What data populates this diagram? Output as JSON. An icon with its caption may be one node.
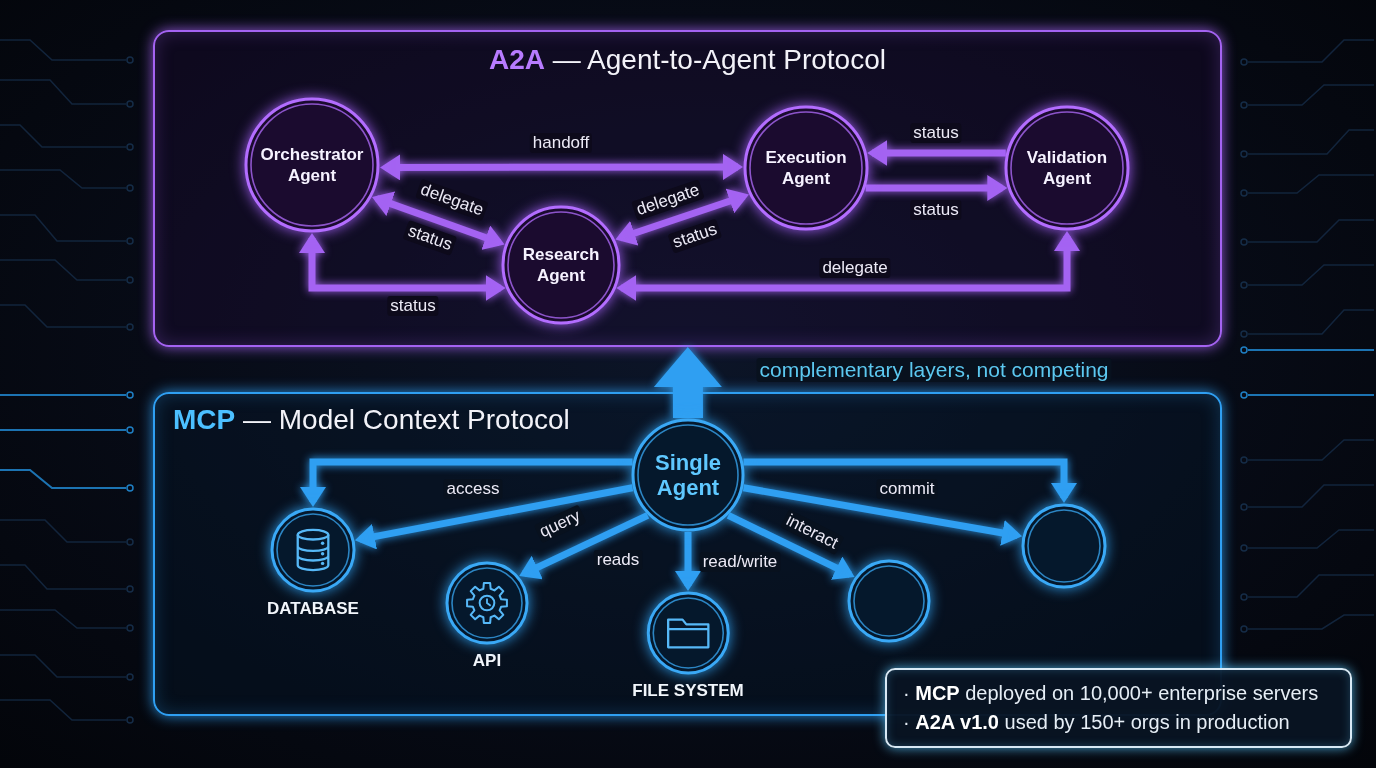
{
  "diagram": {
    "nodes": [
      {
        "text": [
          "**A2A** — Agent-to-Agent Protocol"
        ]
      },
      {
        "text": [
          "Orchestrator Agent"
        ],
        "in": 0
      },
      {
        "text": [
          "Execution Agent"
        ],
        "in": 0
      },
      {
        "text": [
          "Validation Agent"
        ],
        "in": 0
      },
      {
        "text": [
          "Research Agent"
        ],
        "in": 0
      },
      {
        "text": [
          "**MCP** — Model Context Protocol"
        ]
      },
      {
        "text": [
          "Single Agent"
        ],
        "in": 5
      },
      {
        "text": [
          "DATABASE"
        ],
        "in": 5
      },
      {
        "text": [
          "API"
        ],
        "in": 5
      },
      {
        "text": [
          "FILE SYSTEM"
        ],
        "in": 5
      },
      {
        "text": [],
        "shape": "circle",
        "in": 5
      },
      {
        "text": [],
        "shape": "circle",
        "in": 5
      },
      {
        "text": [
          "· **MCP** deployed on 10,000+ enterprise servers",
          "· **A2A v1.0** used by 150+ orgs in production"
        ]
      }
    ],
    "edges": [
      {
        "from": 1,
        "to": 2,
        "arrow": "both",
        "label": "handoff",
        "color": "#a463f2"
      },
      {
        "from": 1,
        "to": 4,
        "arrow": "both",
        "label": "delegate",
        "color": "#a463f2"
      },
      {
        "from": 1,
        "to": 4,
        "arrow": "both",
        "label": "status",
        "color": "#a463f2"
      },
      {
        "from": 4,
        "to": 2,
        "arrow": "both",
        "label": "delegate",
        "color": "#a463f2"
      },
      {
        "from": 3,
        "to": 2,
        "arrow": "to",
        "label": "status",
        "color": "#a463f2"
      },
      {
        "from": 2,
        "to": 3,
        "arrow": "to",
        "label": "status",
        "color": "#a463f2"
      },
      {
        "from": 4,
        "to": 3,
        "arrow": "both",
        "label": "delegate",
        "color": "#a463f2"
      },
      {
        "from": 6,
        "to": 7,
        "arrow": "to",
        "label": "access",
        "color": "#2f9ff2"
      },
      {
        "from": 6,
        "to": 7,
        "arrow": "to",
        "color": "#2f9ff2"
      },
      {
        "from": 6,
        "to": 8,
        "arrow": "to",
        "label": "query",
        "color": "#2f9ff2"
      },
      {
        "from": 6,
        "to": 9,
        "arrow": "to",
        "label": "read/write",
        "color": "#2f9ff2"
      },
      {
        "from": 6,
        "to": 10,
        "arrow": "to",
        "label": "interact",
        "color": "#2f9ff2"
      },
      {
        "from": 6,
        "to": 11,
        "arrow": "to",
        "label": "commit",
        "color": "#2f9ff2"
      },
      {
        "from": 6,
        "to": 11,
        "arrow": "to",
        "color": "#2f9ff2"
      },
      {
        "from": 6,
        "to": 0,
        "arrow": "to",
        "label": "complementary layers, not competing",
        "style": "thick",
        "color": "#2f9ff2"
      }
    ],
    "labels": [
      "status",
      "status",
      "reads"
    ]
  }
}
